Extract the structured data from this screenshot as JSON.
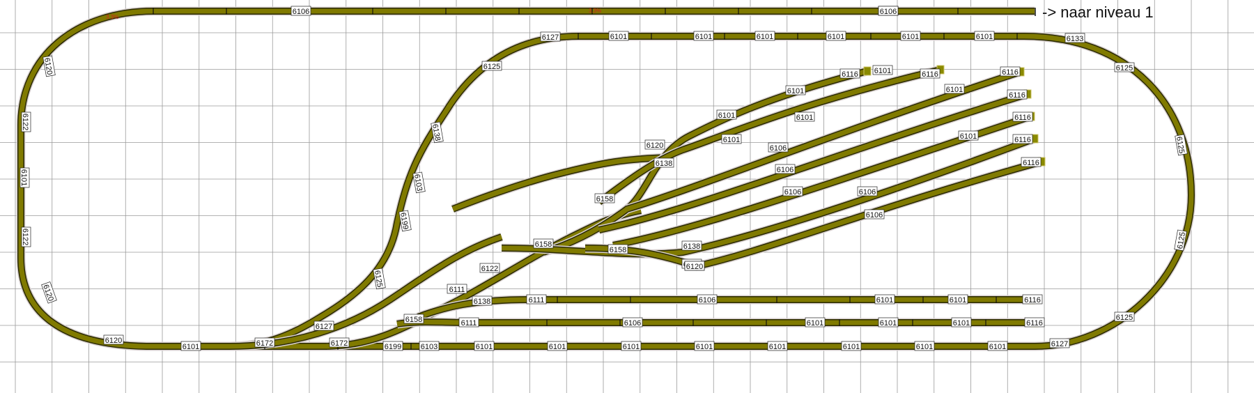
{
  "diagram": {
    "exit_note": "-> naar niveau 1",
    "colors": {
      "track": "#807a00",
      "track_edge": "#2a2a00",
      "grid": "#9a9a9a",
      "grade_mark": "#d02020"
    },
    "grade_marks": [
      "3.3%",
      "3.3%"
    ],
    "track_labels": [
      "6106",
      "6106",
      "6106",
      "6120",
      "6122",
      "6101",
      "6122",
      "6120",
      "6120",
      "6101",
      "6172",
      "6172",
      "6199",
      "6103",
      "6101",
      "6101",
      "6101",
      "6101",
      "6101",
      "6101",
      "6101",
      "6101",
      "6127",
      "6127",
      "6101",
      "6101",
      "6101",
      "6101",
      "6101",
      "6101",
      "6133",
      "6125",
      "6125",
      "6125",
      "6125",
      "6125",
      "6138",
      "6103",
      "6199",
      "6125",
      "6127",
      "6111",
      "6122",
      "6158",
      "6158",
      "6158",
      "6138",
      "6120",
      "6120",
      "6138",
      "6101",
      "6101",
      "6101",
      "6101",
      "6101",
      "6101",
      "6101",
      "6116",
      "6116",
      "6116",
      "6116",
      "6116",
      "6116",
      "6116",
      "6106",
      "6106",
      "6106",
      "6106",
      "6106",
      "6138",
      "6120",
      "6138",
      "6111",
      "6106",
      "6101",
      "6101",
      "6116",
      "6158",
      "6111",
      "6106",
      "6101",
      "6101",
      "6101",
      "6116"
    ]
  }
}
